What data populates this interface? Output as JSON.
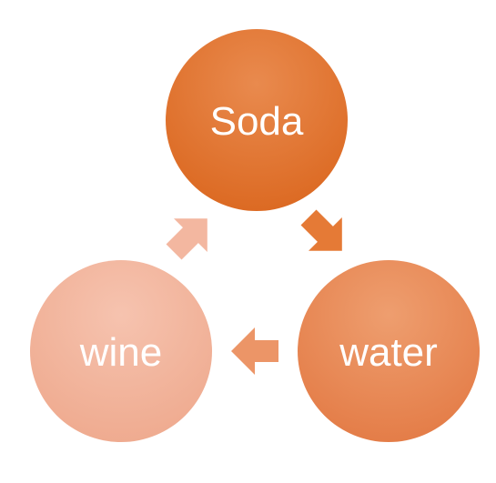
{
  "diagram": {
    "type": "cycle",
    "nodes": [
      {
        "label": "Soda",
        "color": "#e2722b"
      },
      {
        "label": "water",
        "color": "#e88753"
      },
      {
        "label": "wine",
        "color": "#f2b49c"
      }
    ],
    "arrows": [
      {
        "from": "Soda",
        "to": "water",
        "color": "#e57a36"
      },
      {
        "from": "water",
        "to": "wine",
        "color": "#ec9567"
      },
      {
        "from": "wine",
        "to": "Soda",
        "color": "#f3b7a0"
      }
    ]
  }
}
